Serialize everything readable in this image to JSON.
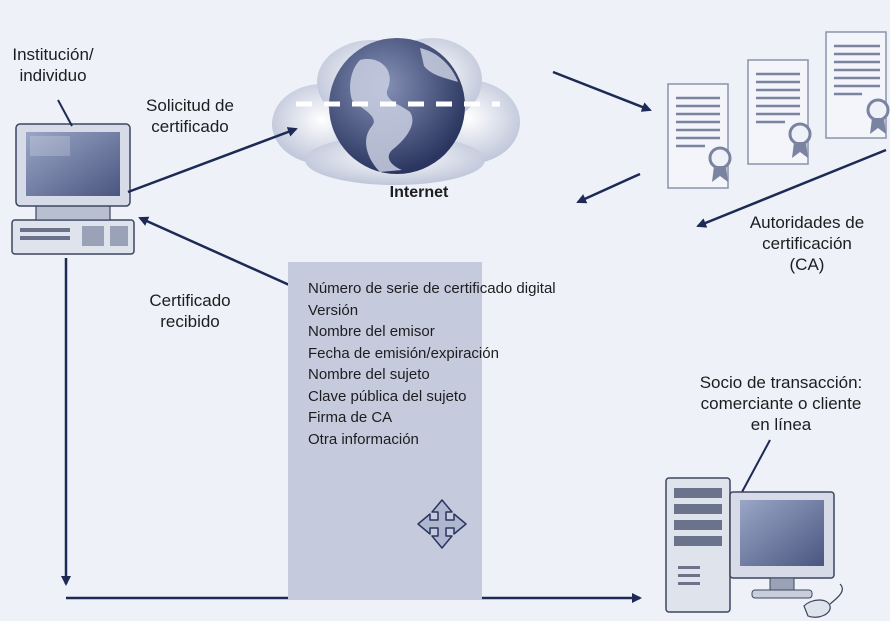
{
  "labels": {
    "institution": [
      "Institución/",
      "individuo"
    ],
    "request": [
      "Solicitud de",
      "certificado"
    ],
    "internet": "Internet",
    "received": [
      "Certificado",
      "recibido"
    ],
    "ca": [
      "Autoridades de",
      "certificación",
      "(CA)"
    ],
    "partner": [
      "Socio de transacción:",
      "comerciante o cliente",
      "en línea"
    ]
  },
  "certificate_fields": [
    "Número de serie de certificado digital",
    "Versión",
    "Nombre del emisor",
    "Fecha de emisión/expiración",
    "Nombre del sujeto",
    "Clave pública del sujeto",
    "Firma de CA",
    "Otra información"
  ],
  "colors": {
    "background": "#eef1f7",
    "arrow": "#1c2a55",
    "panel": "#c5cbdd",
    "device_light": "#dfe3ec",
    "device_mid": "#9aa2b8",
    "device_dark": "#3d4660",
    "screen": "#6f7aa0",
    "globe": "#3b4873",
    "cloud": "#b9c1d6"
  }
}
